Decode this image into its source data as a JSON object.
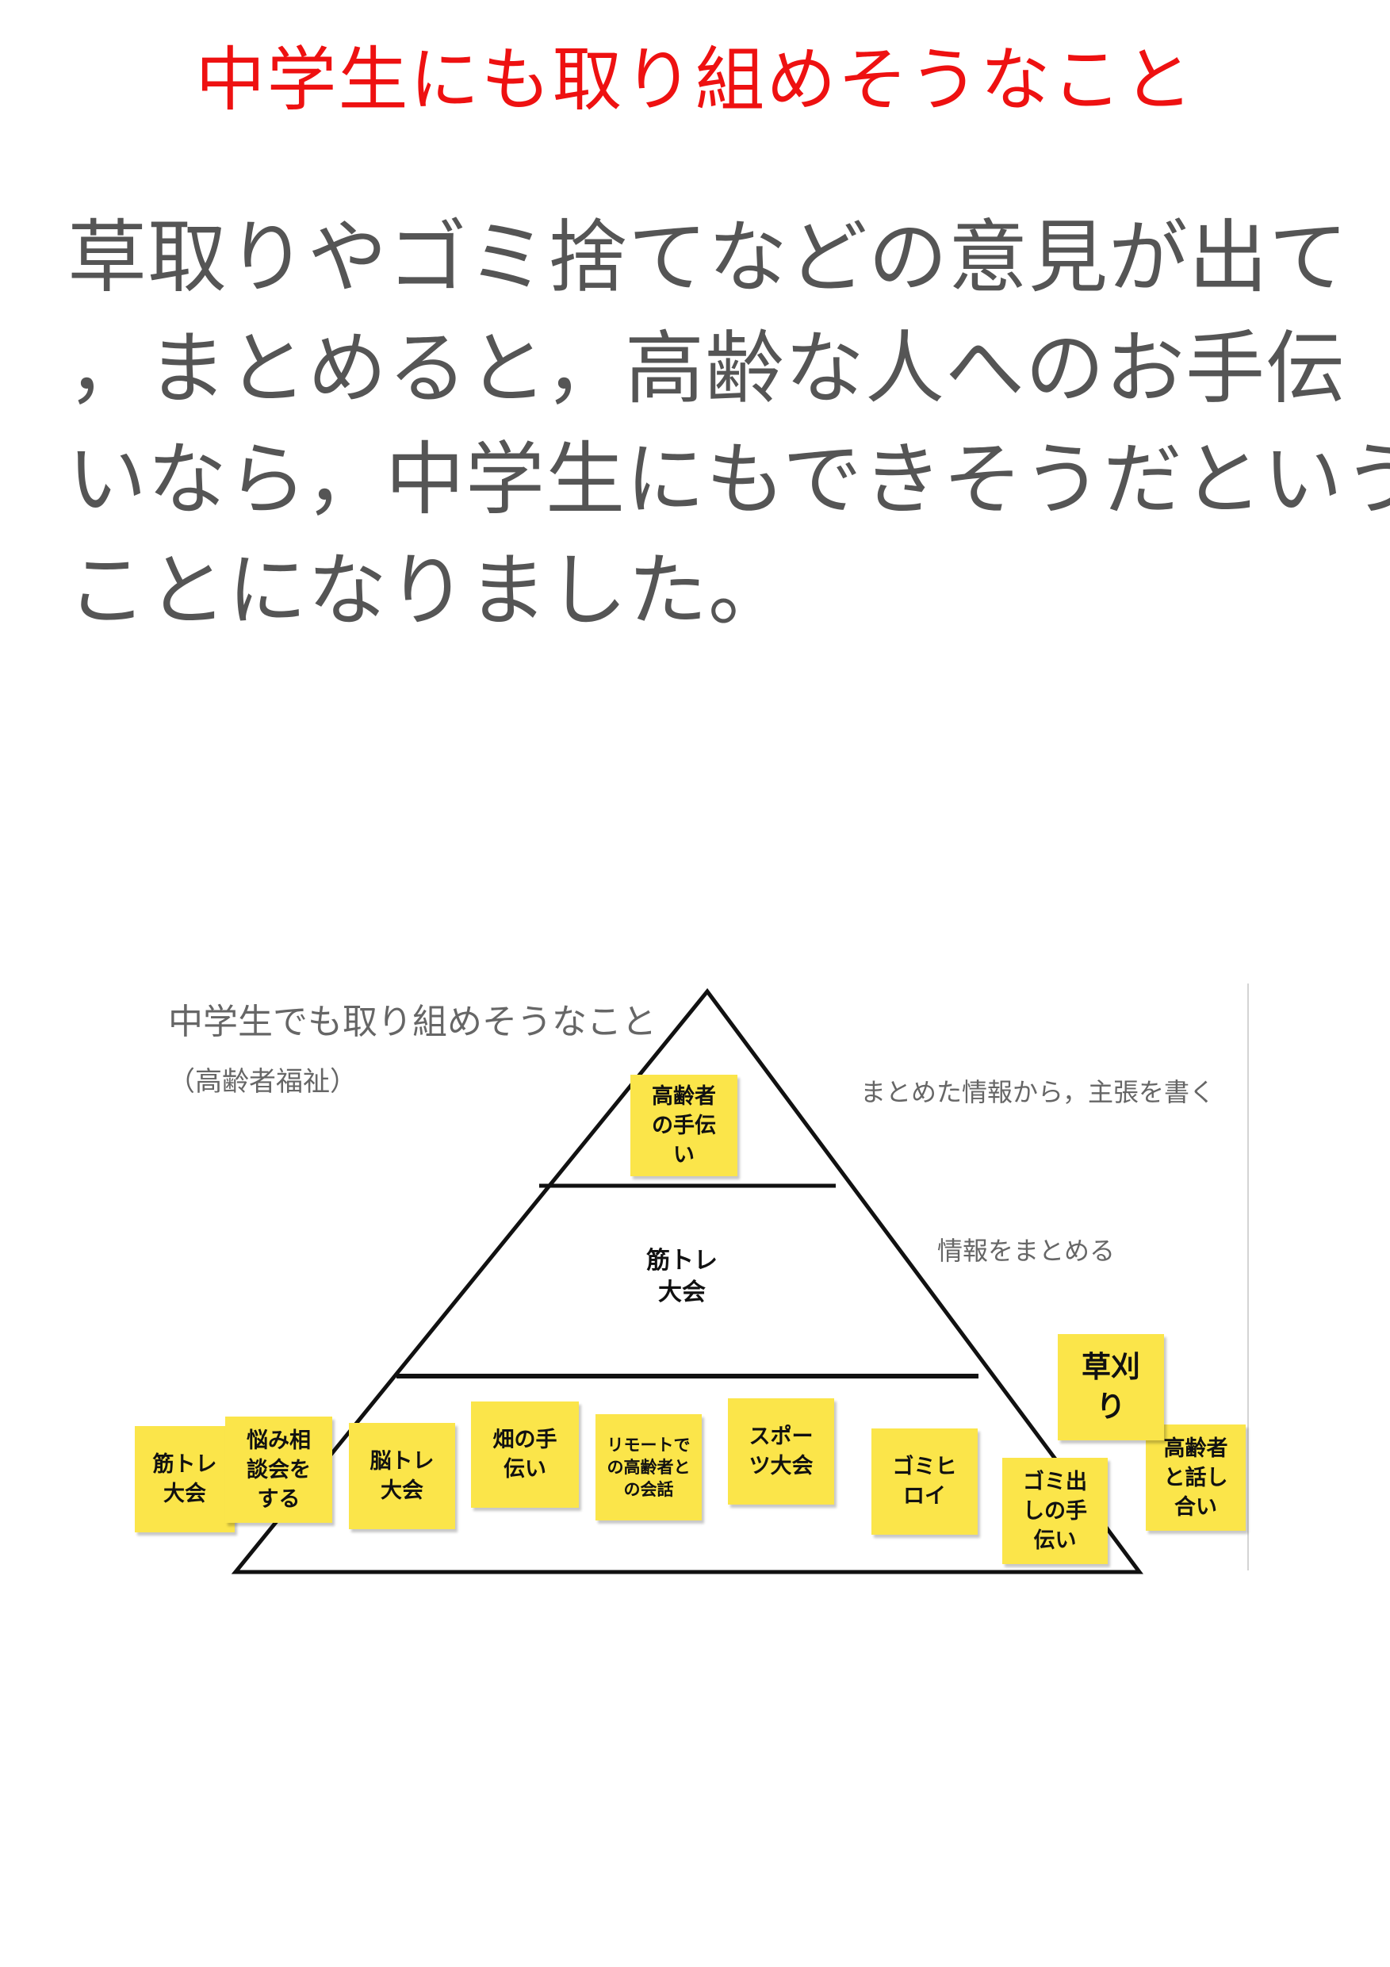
{
  "page_title": "中学生にも取り組めそうなこと",
  "body_lines": [
    "草取りやゴミ捨てなどの意見が出て",
    "，まとめると，高齢な人へのお手伝",
    "いなら，中学生にもできそうだという",
    "ことになりました。"
  ],
  "diagram": {
    "title": "中学生でも取り組めそうなこと",
    "subtitle": "（高齢者福祉）",
    "levels": {
      "top_caption": "まとめた情報から，主張を書く",
      "middle_caption": "情報をまとめる",
      "middle_label": "筋トレ\n大会"
    },
    "sticky_notes": {
      "top": "高齢者\nの手伝\nい",
      "bottom": [
        "筋トレ\n大会",
        "悩み相\n談会を\nする",
        "脳トレ\n大会",
        "畑の手\n伝い",
        "リモートで\nの高齢者と\nの会話",
        "スポー\nツ大会",
        "ゴミヒ\nロイ",
        "ゴミ出\nしの手\n伝い",
        "高齢者\nと話し\n合い"
      ],
      "extra": "草刈\nり"
    },
    "colors": {
      "sticky": "#fbe54a",
      "title_red": "#ee1111",
      "body_gray": "#555555"
    }
  }
}
